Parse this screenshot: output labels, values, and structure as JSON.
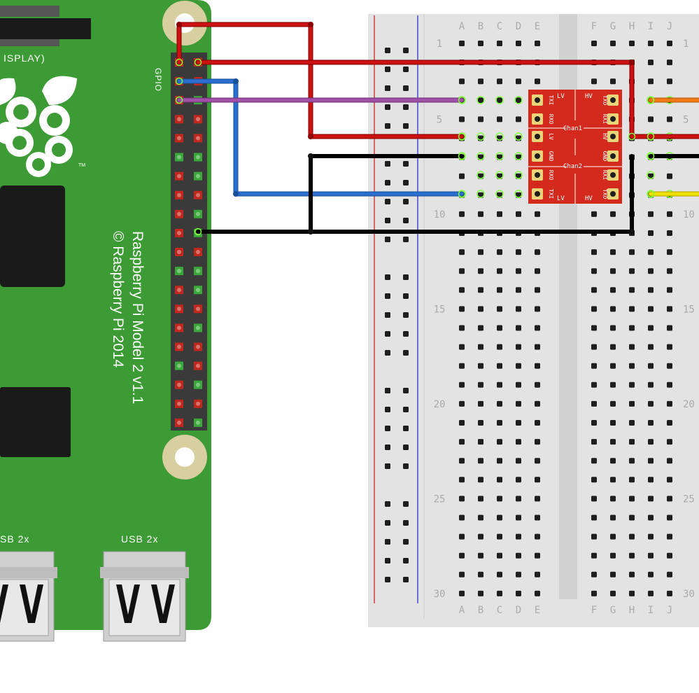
{
  "pi": {
    "display_label": "ISPLAY)",
    "gpio_label": "GPIO",
    "model_text": "Raspberry Pi Model 2 v1.1",
    "copyright_text": "© Raspberry Pi 2014",
    "tm": "TM",
    "usb_left_label": "SB 2x",
    "usb_right_label": "USB 2x"
  },
  "breadboard": {
    "columns_left": [
      "A",
      "B",
      "C",
      "D",
      "E"
    ],
    "columns_right": [
      "F",
      "G",
      "H",
      "I",
      "J"
    ],
    "row_numbers": [
      "1",
      "5",
      "10",
      "15",
      "20",
      "25",
      "30"
    ],
    "row_numbers_right": [
      "1",
      "5",
      "10",
      "15",
      "20",
      "25",
      "30"
    ]
  },
  "level_shifter": {
    "chan1": "Chan1",
    "chan2": "Chan2",
    "lv_top": "LV",
    "hv_top": "HV",
    "lv_bottom": "LV",
    "hv_bottom": "HV",
    "left_pins": [
      "TXI",
      "RXO",
      "LV",
      "GND",
      "RXO",
      "TXI"
    ],
    "right_pins": [
      "TXO",
      "RXI",
      "HV",
      "GND",
      "RXI",
      "TXO"
    ]
  },
  "colors": {
    "pcb_green": "#3d9b35",
    "wire_red": "#cc1111",
    "wire_blue": "#2a6fcf",
    "wire_purple": "#a050a8",
    "wire_black": "#111111",
    "wire_orange": "#ef7a17",
    "wire_yellow": "#f0e000",
    "shifter_red": "#d42a1e",
    "breadboard": "#e3e3e3"
  }
}
